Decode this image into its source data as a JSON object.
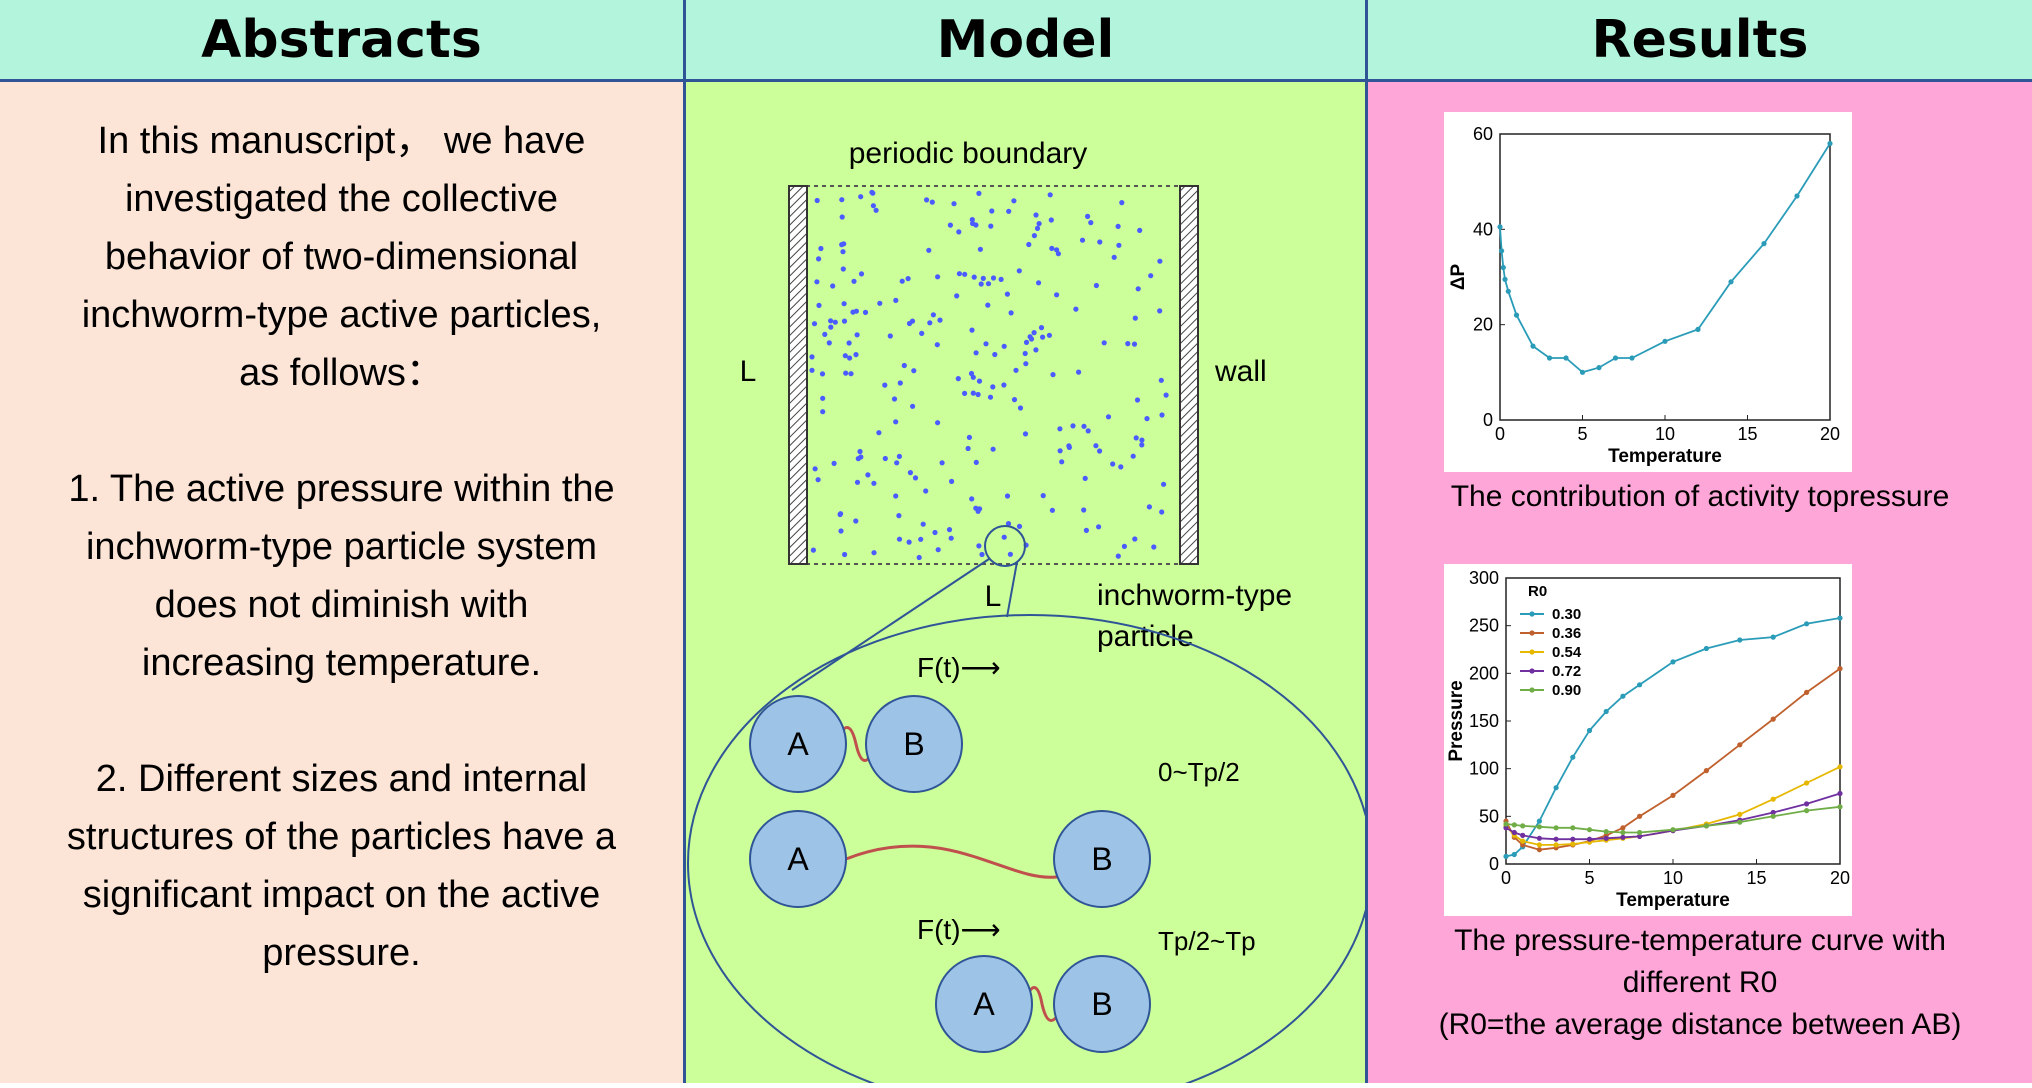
{
  "abstracts": {
    "header": "Abstracts",
    "lines": [
      "In this manuscript， we have",
      "investigated the collective",
      "behavior of two-dimensional",
      "inchworm-type active particles,",
      "as follows："
    ],
    "point1": [
      "1. The active pressure within the",
      "inchworm-type particle system",
      "does not diminish with",
      "increasing temperature."
    ],
    "point2": [
      "2. Different sizes and internal",
      "structures of the particles have a",
      "significant impact on the active",
      "pressure."
    ]
  },
  "model": {
    "header": "Model",
    "periodic_boundary": "periodic boundary",
    "label_l_left": "L",
    "label_l_bottom": "L",
    "wall": "wall",
    "particle_label_1": "inchworm-type",
    "particle_label_2": "particle",
    "force_1": "F(t)⟶",
    "force_2": "F(t)⟶",
    "phase_1": "0~Tp/2",
    "phase_2": "Tp/2~Tp",
    "a": "A",
    "b": "B",
    "colors": {
      "particle": "#4a5bff",
      "bead": "#9dc3e6",
      "spring": "#c0504d",
      "outline": "#2f5597"
    }
  },
  "results": {
    "header": "Results",
    "caption_1": "The contribution of activity topressure",
    "caption_2_lines": [
      "The pressure-temperature curve with",
      "different R0",
      "(R0=the average distance between AB)"
    ]
  },
  "chart_data": [
    {
      "type": "line",
      "title": "",
      "xlabel": "Temperature",
      "ylabel": "ΔP",
      "xlim": [
        0,
        20
      ],
      "ylim": [
        0,
        60
      ],
      "xticks": [
        0,
        5,
        10,
        15,
        20
      ],
      "yticks": [
        0,
        20,
        40,
        60
      ],
      "grid": false,
      "series": [
        {
          "color": "#2a9cb8",
          "x": [
            0,
            0.1,
            0.2,
            0.3,
            0.5,
            1,
            2,
            3,
            4,
            5,
            6,
            7,
            8,
            10,
            12,
            14,
            16,
            18,
            20
          ],
          "y": [
            40.5,
            35.5,
            32,
            29.5,
            27,
            22,
            15.5,
            13,
            13,
            10,
            11,
            13,
            13,
            16.5,
            19,
            29,
            37,
            47,
            58
          ]
        }
      ]
    },
    {
      "type": "line",
      "title": "",
      "xlabel": "Temperature",
      "ylabel": "Pressure",
      "xlim": [
        0,
        20
      ],
      "ylim": [
        0,
        300
      ],
      "xticks": [
        0,
        5,
        10,
        15,
        20
      ],
      "yticks": [
        0,
        50,
        100,
        150,
        200,
        250,
        300
      ],
      "grid": false,
      "legend_title": "R0",
      "legend_position": "top-left",
      "series": [
        {
          "name": "0.30",
          "color": "#2a9cb8",
          "x": [
            0,
            0.5,
            1,
            2,
            3,
            4,
            5,
            6,
            7,
            8,
            10,
            12,
            14,
            16,
            18,
            20
          ],
          "y": [
            8,
            10,
            18,
            45,
            80,
            112,
            140,
            160,
            176,
            188,
            212,
            226,
            235,
            238,
            252,
            258
          ]
        },
        {
          "name": "0.36",
          "color": "#c0602d",
          "x": [
            0,
            0.5,
            1,
            2,
            3,
            4,
            5,
            6,
            7,
            8,
            10,
            12,
            14,
            16,
            18,
            20
          ],
          "y": [
            45,
            28,
            20,
            15,
            17,
            20,
            24,
            30,
            38,
            50,
            72,
            98,
            125,
            152,
            180,
            205
          ]
        },
        {
          "name": "0.54",
          "color": "#e6b800",
          "x": [
            0,
            0.5,
            1,
            2,
            3,
            4,
            5,
            6,
            7,
            8,
            10,
            12,
            14,
            16,
            18,
            20
          ],
          "y": [
            40,
            30,
            24,
            20,
            20,
            21,
            23,
            25,
            27,
            29,
            35,
            42,
            52,
            68,
            85,
            102
          ]
        },
        {
          "name": "0.72",
          "color": "#7030a0",
          "x": [
            0,
            0.5,
            1,
            2,
            3,
            4,
            5,
            6,
            7,
            8,
            10,
            12,
            14,
            16,
            18,
            20
          ],
          "y": [
            38,
            33,
            30,
            27,
            26,
            26,
            26,
            27,
            28,
            29,
            35,
            40,
            46,
            54,
            63,
            74
          ]
        },
        {
          "name": "0.90",
          "color": "#70ad47",
          "x": [
            0,
            0.5,
            1,
            2,
            3,
            4,
            5,
            6,
            7,
            8,
            10,
            12,
            14,
            16,
            18,
            20
          ],
          "y": [
            42,
            41,
            40,
            39,
            38,
            38,
            36,
            34,
            33,
            33,
            36,
            40,
            44,
            50,
            56,
            60
          ]
        }
      ]
    }
  ]
}
